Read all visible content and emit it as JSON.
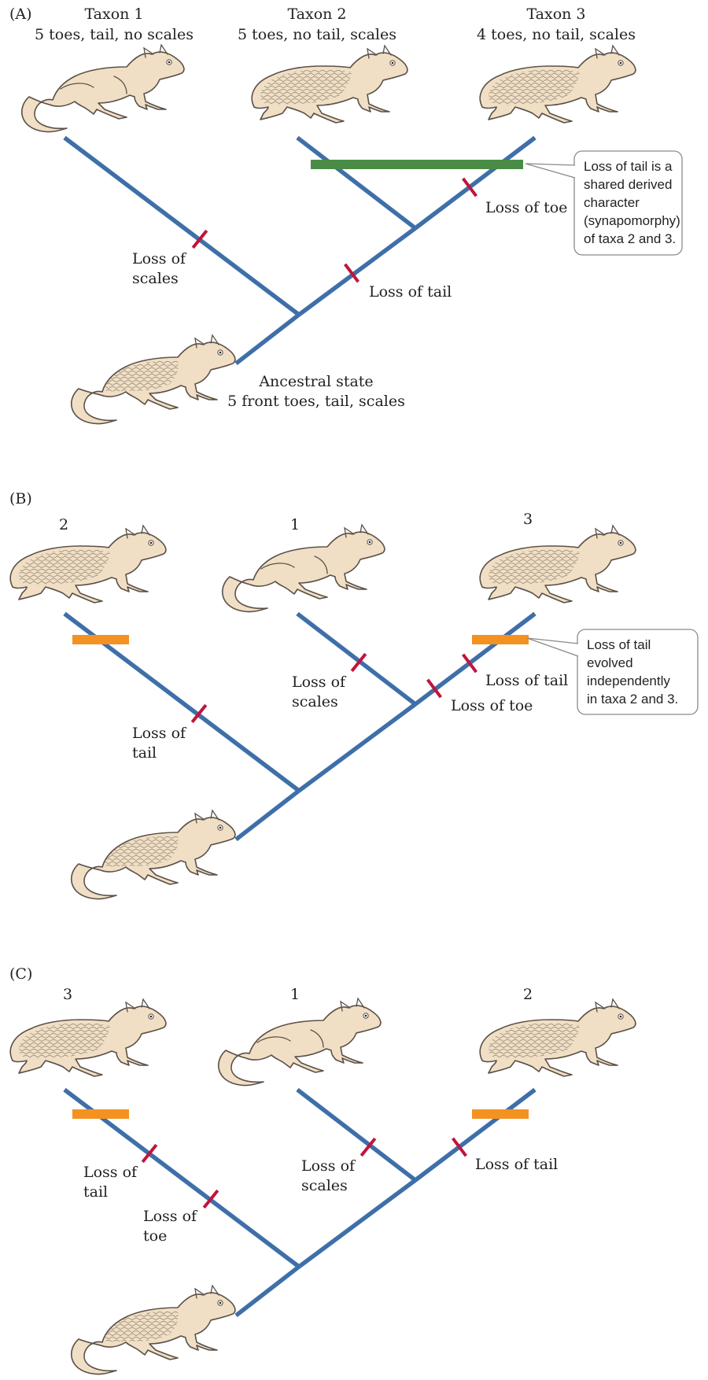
{
  "colors": {
    "branch": "#3e6fa8",
    "character_tick": "#c0143c",
    "synapomorphy_bar": "#4a8c45",
    "homoplasy_bar": "#f39221",
    "animal_fill": "#f1dfc5",
    "text": "#231f20"
  },
  "panel_a": {
    "label": "(A)",
    "taxa": [
      {
        "name": "Taxon 1",
        "traits": "5 toes, tail, no scales",
        "icon": "tailed-smooth-lizard"
      },
      {
        "name": "Taxon 2",
        "traits": "5 toes, no tail, scales",
        "icon": "tailless-scaly-lizard"
      },
      {
        "name": "Taxon 3",
        "traits": "4 toes, no tail, scales",
        "icon": "tailless-scaly-lizard"
      }
    ],
    "ancestor": {
      "title": "Ancestral state",
      "traits": "5 front toes, tail, scales",
      "icon": "tailed-scaly-lizard"
    },
    "marks": {
      "loss_of_scales_1": "Loss of",
      "loss_of_scales_2": "scales",
      "loss_of_tail": "Loss of tail",
      "loss_of_toe": "Loss of toe"
    },
    "callout": [
      "Loss of tail is a",
      "shared derived",
      "character",
      "(synapomorphy)",
      "of taxa 2 and 3."
    ]
  },
  "panel_b": {
    "label": "(B)",
    "tips": [
      "2",
      "1",
      "3"
    ],
    "marks": {
      "loss_of_tail_left_1": "Loss of",
      "loss_of_tail_left_2": "tail",
      "loss_of_scales_1": "Loss of",
      "loss_of_scales_2": "scales",
      "loss_of_tail_right": "Loss of tail",
      "loss_of_toe": "Loss of toe"
    },
    "callout": [
      "Loss of tail",
      "evolved",
      "independently",
      "in taxa 2 and 3."
    ]
  },
  "panel_c": {
    "label": "(C)",
    "tips": [
      "3",
      "1",
      "2"
    ],
    "marks": {
      "loss_of_tail_left_1": "Loss of",
      "loss_of_tail_left_2": "tail",
      "loss_of_toe_1": "Loss of",
      "loss_of_toe_2": "toe",
      "loss_of_scales_1": "Loss of",
      "loss_of_scales_2": "scales",
      "loss_of_tail_right": "Loss of tail"
    }
  }
}
